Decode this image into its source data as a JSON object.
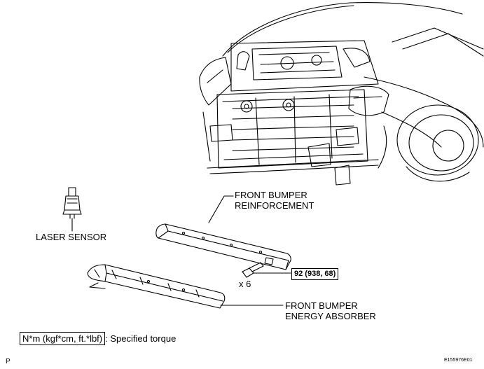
{
  "labels": {
    "front_bumper_reinforcement": [
      "FRONT BUMPER",
      "REINFORCEMENT"
    ],
    "laser_sensor": "LASER SENSOR",
    "quantity": "x 6",
    "torque": "92 (938, 68)",
    "front_bumper_energy_absorber": [
      "FRONT BUMPER",
      "ENERGY ABSORBER"
    ]
  },
  "legend": {
    "unit": "N*m (kgf*cm, ft.*lbf)",
    "text": ": Specified torque"
  },
  "footer": {
    "page_letter": "P",
    "figure_id": "E155976E01"
  }
}
